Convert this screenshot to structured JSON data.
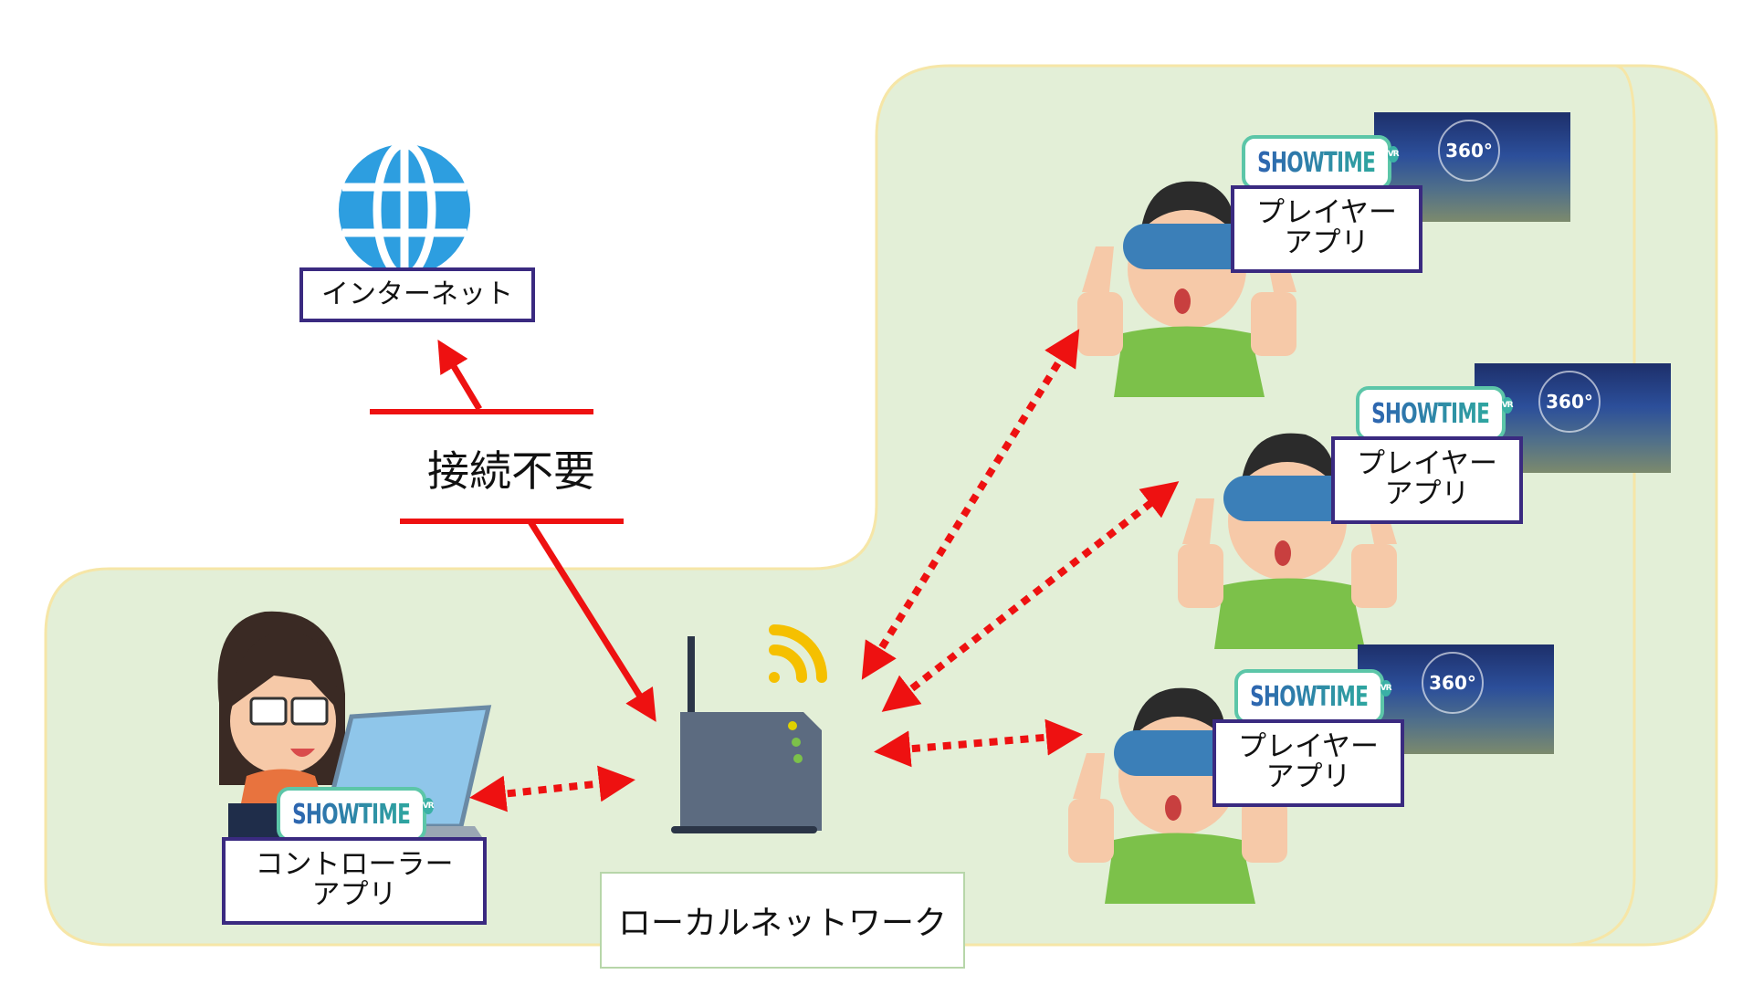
{
  "internet": {
    "label": "インターネット"
  },
  "no_connection": {
    "label": "接続不要"
  },
  "local_network": {
    "label": "ローカルネットワーク"
  },
  "controller": {
    "line1": "コントローラー",
    "line2": "アプリ"
  },
  "players": [
    {
      "line1": "プレイヤー",
      "line2": "アプリ"
    },
    {
      "line1": "プレイヤー",
      "line2": "アプリ"
    },
    {
      "line1": "プレイヤー",
      "line2": "アプリ"
    }
  ],
  "logo": {
    "text": "SHOWTIME",
    "badge": "VR"
  },
  "thumbnail": {
    "badge": "360°"
  },
  "icons": {
    "globe": "globe-icon",
    "router": "wifi-router-icon",
    "wifi": "wifi-signal-icon",
    "person": "person-with-laptop-icon",
    "vr_user": "vr-headset-user-icon"
  },
  "colors": {
    "network_bg": "#e3efd7",
    "network_border": "#f6e6a7",
    "arrow_red": "#ee1111",
    "box_border": "#3a2a80",
    "globe_blue": "#2d9ee0",
    "wifi_yellow": "#f5c000",
    "router_gray": "#5c6b80"
  }
}
